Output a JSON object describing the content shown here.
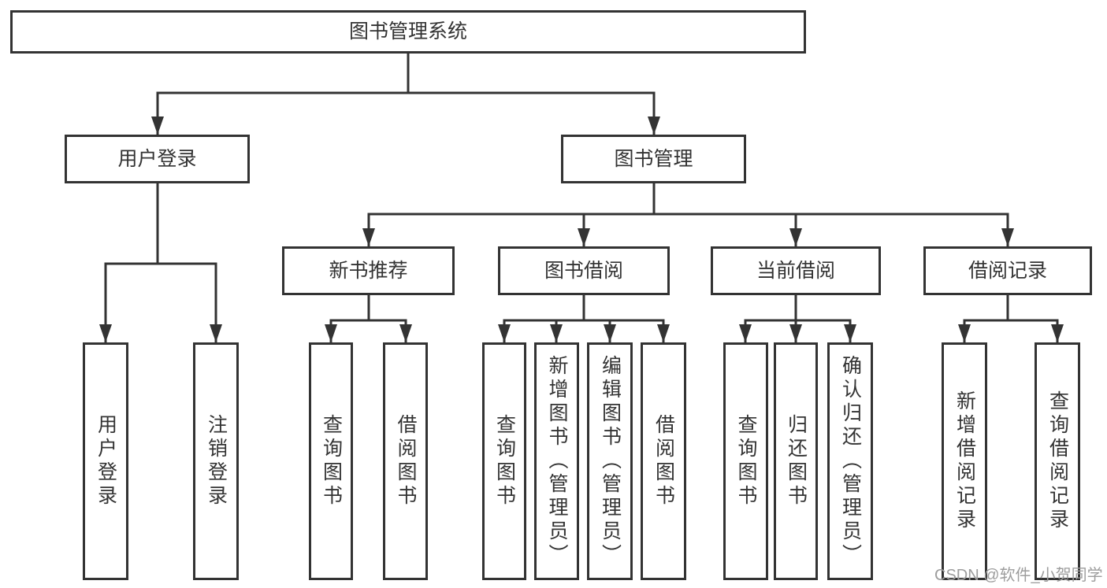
{
  "diagram": {
    "root": {
      "label": "图书管理系统"
    },
    "level2": [
      {
        "label": "用户登录"
      },
      {
        "label": "图书管理"
      }
    ],
    "level3": [
      {
        "label": "新书推荐"
      },
      {
        "label": "图书借阅"
      },
      {
        "label": "当前借阅"
      },
      {
        "label": "借阅记录"
      }
    ],
    "leaves": [
      {
        "label": "用户登录"
      },
      {
        "label": "注销登录"
      },
      {
        "label": "查询图书"
      },
      {
        "label": "借阅图书"
      },
      {
        "label": "查询图书"
      },
      {
        "label": "新增图书（管理员）"
      },
      {
        "label": "编辑图书（管理员）"
      },
      {
        "label": "借阅图书"
      },
      {
        "label": "查询图书"
      },
      {
        "label": "归还图书"
      },
      {
        "label": "确认归还（管理员）"
      },
      {
        "label": "新增借阅记录"
      },
      {
        "label": "查询借阅记录"
      }
    ]
  },
  "watermark": {
    "text": "CSDN @软件_小贺同学"
  },
  "colors": {
    "line": "#333333",
    "text": "#333333",
    "background": "#ffffff",
    "watermark": "#9d9d9d"
  }
}
